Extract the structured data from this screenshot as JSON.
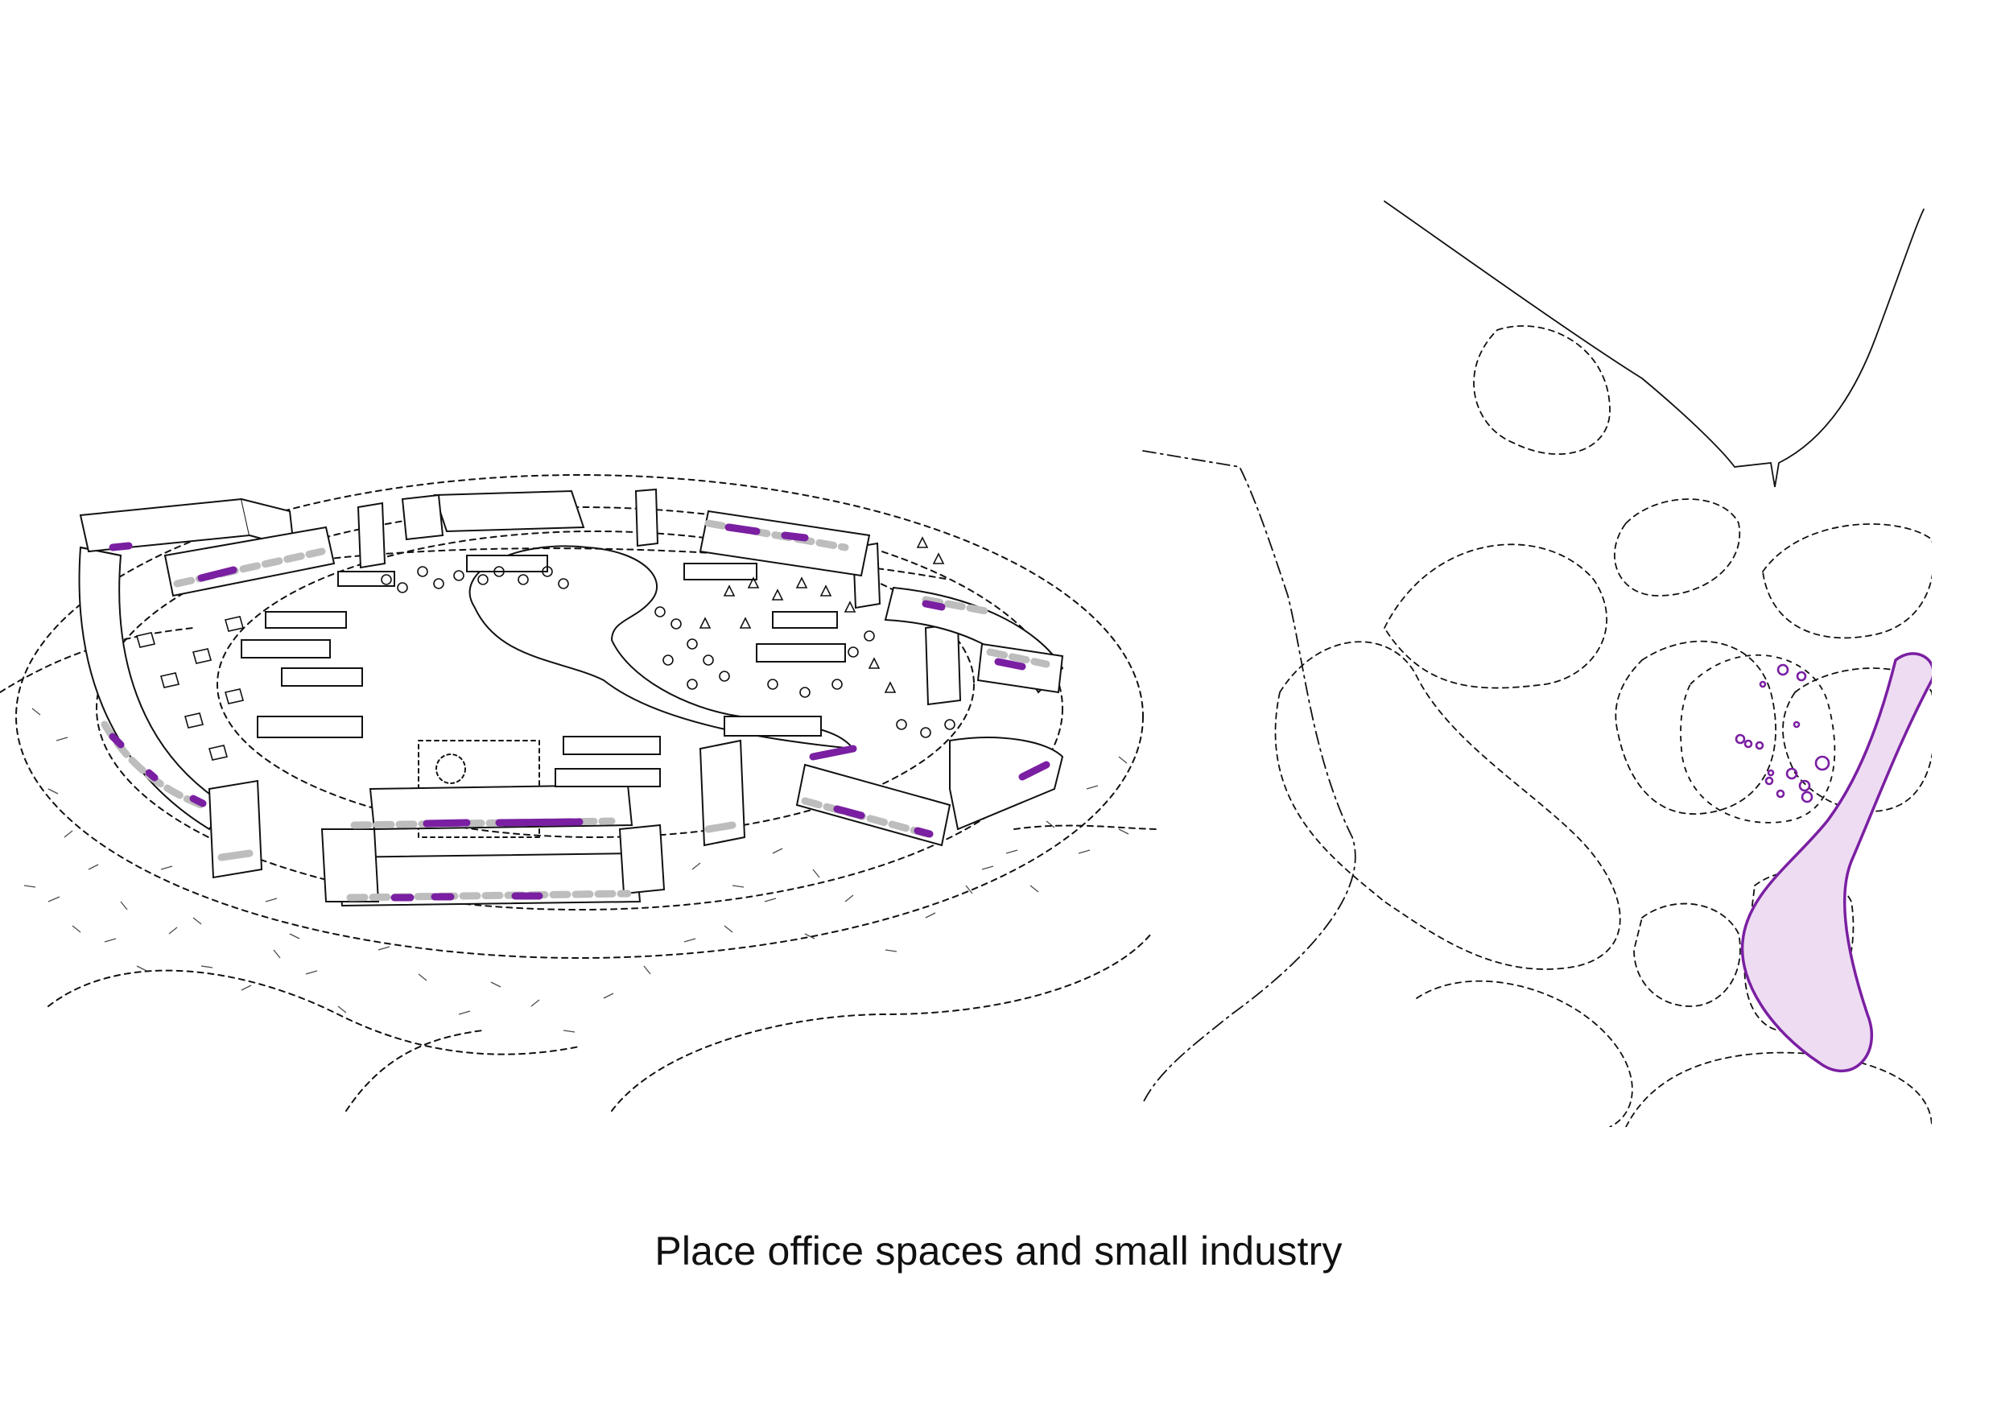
{
  "caption": "Place office spaces and small industry",
  "colors": {
    "ink": "#111111",
    "accent_purple": "#7a1fa2",
    "accent_fill": "#eedcf3",
    "glazing_gray": "#bdbdbd"
  },
  "legend_semantics": {
    "purple_bands": "office spaces and small industry",
    "purple_zone": "office / industry zone"
  }
}
